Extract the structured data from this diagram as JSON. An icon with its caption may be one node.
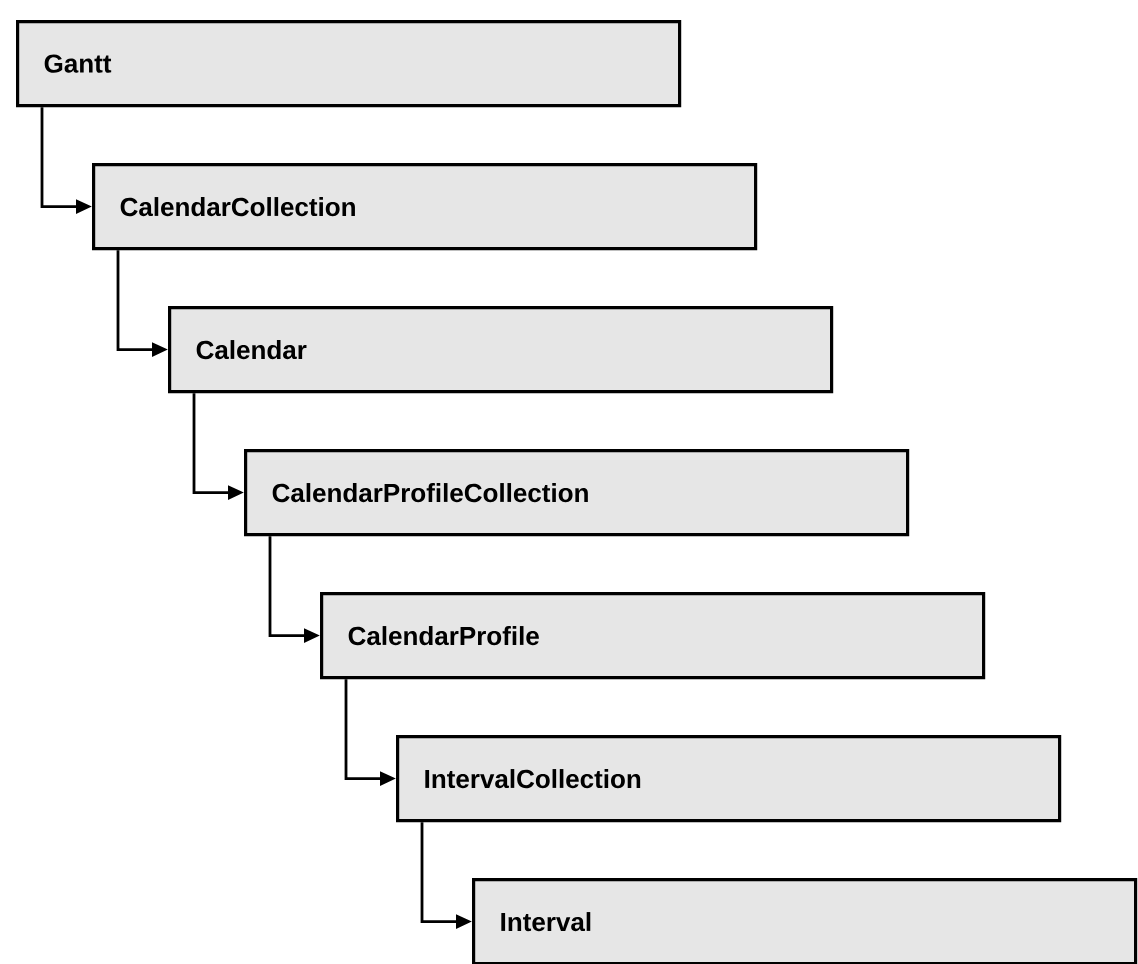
{
  "diagram": {
    "nodes": [
      {
        "text": [
          "Gantt"
        ]
      },
      {
        "text": [
          "CalendarCollection"
        ]
      },
      {
        "text": [
          "Calendar"
        ]
      },
      {
        "text": [
          "CalendarProfileCollection"
        ]
      },
      {
        "text": [
          "CalendarProfile"
        ]
      },
      {
        "text": [
          "IntervalCollection"
        ]
      },
      {
        "text": [
          "Interval"
        ]
      }
    ],
    "edges": [
      {
        "from": 0,
        "to": 1,
        "arrow": "to"
      },
      {
        "from": 1,
        "to": 2,
        "arrow": "to"
      },
      {
        "from": 2,
        "to": 3,
        "arrow": "to"
      },
      {
        "from": 3,
        "to": 4,
        "arrow": "to"
      },
      {
        "from": 4,
        "to": 5,
        "arrow": "to"
      },
      {
        "from": 5,
        "to": 6,
        "arrow": "to"
      }
    ]
  }
}
